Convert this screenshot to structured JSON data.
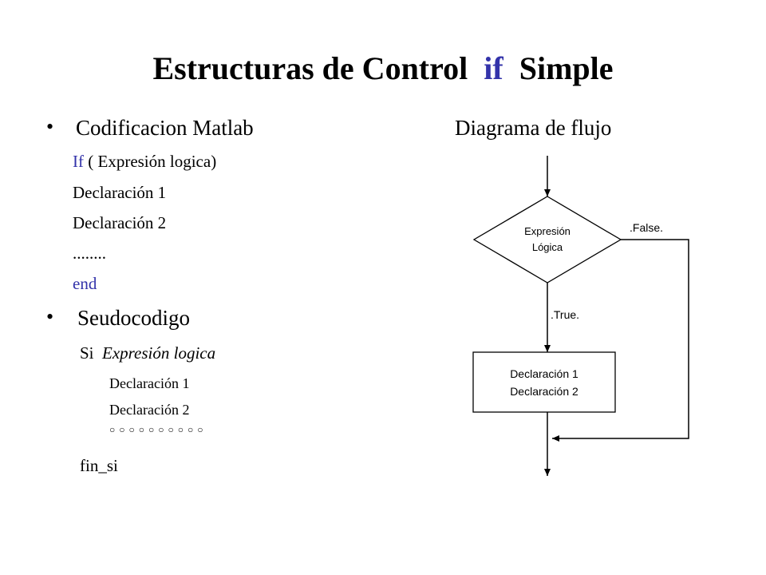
{
  "title": {
    "part1": "Estructuras de Control",
    "keyword": "if",
    "part2": "Simple"
  },
  "left": {
    "bullet1": "Codificacion Matlab",
    "code": {
      "if_kw": "If",
      "if_rest": "( Expresión logica)",
      "decl1": "Declaración 1",
      "decl2": "Declaración 2",
      "dots": "........",
      "end_kw": "end"
    },
    "bullet2": "Seudocodigo",
    "pseudo": {
      "si": "Si",
      "expr": "Expresión logica",
      "decl1": "Declaración  1",
      "decl2": "Declaración  2",
      "circles": "○ ○ ○ ○ ○ ○ ○ ○ ○ ○",
      "fin": "fin_si"
    }
  },
  "right": {
    "heading": "Diagrama de flujo",
    "diamond_line1": "Expresión",
    "diamond_line2": "Lógica",
    "false_label": ".False.",
    "true_label": ".True.",
    "box_line1": "Declaración 1",
    "box_line2": "Declaración 2"
  },
  "colors": {
    "keyword_blue": "#3333aa"
  }
}
